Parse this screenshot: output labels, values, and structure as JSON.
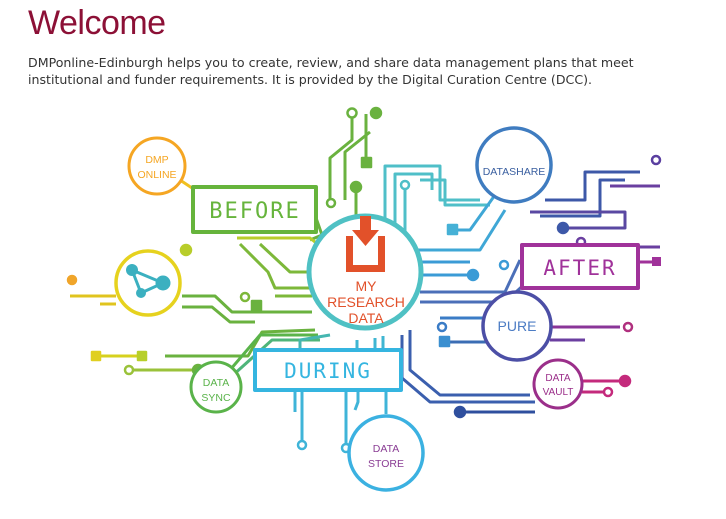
{
  "page": {
    "title": "Welcome",
    "intro": "DMPonline-Edinburgh helps you to create, review, and share data management plans that meet institutional and funder requirements. It is provided by the Digital Curation Centre (DCC)."
  },
  "diagram": {
    "center": {
      "line1": "MY",
      "line2": "RESEARCH",
      "line3": "DATA",
      "icon": "download-icon"
    },
    "stages": {
      "before": "BEFORE",
      "during": "DURING",
      "after": "AFTER"
    },
    "nodes": {
      "dmp_online": {
        "line1": "DMP",
        "line2": "ONLINE"
      },
      "data_sync": {
        "line1": "DATA",
        "line2": "SYNC"
      },
      "data_store": {
        "line1": "DATA",
        "line2": "STORE"
      },
      "datashare": {
        "line1": "DATASHARE"
      },
      "pure": {
        "line1": "PURE"
      },
      "data_vault": {
        "line1": "DATA",
        "line2": "VAULT"
      },
      "network": {
        "icon": "share-network-icon"
      }
    },
    "colors": {
      "title": "#8c1036",
      "orange": "#f5a623",
      "yellow": "#e6d21e",
      "green": "#66b43c",
      "teal": "#4fc1c4",
      "cyan": "#35b2e0",
      "blue": "#3b6db4",
      "purple": "#9a2f92",
      "magenta": "#c72a7e",
      "red": "#e2512a"
    }
  }
}
